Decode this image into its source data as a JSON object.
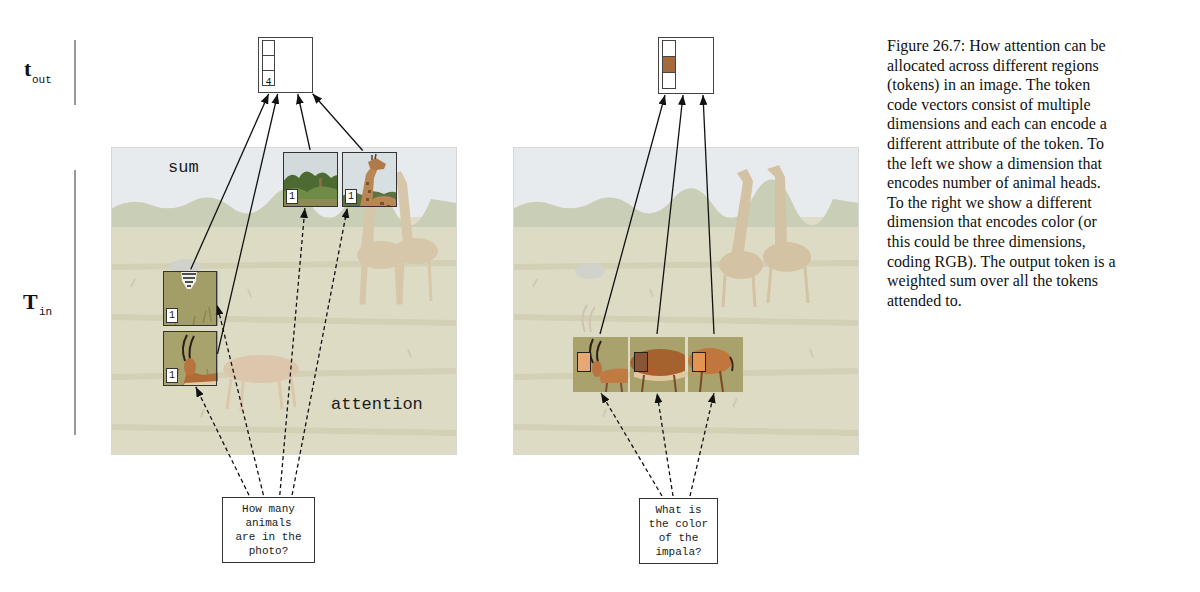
{
  "diagram": {
    "caption": "Figure 26.7: How attention can be allocated across different regions (tokens) in an image. The token code vectors consist of multiple dimensions and each can encode a different attribute of the token. To the left we show a dimension that encodes number of animal heads. To the right we show a different dimension that encodes color (or this could be three dimensions, coding RGB). The output token is a weighted sum over all the tokens attended to.",
    "nodes": [
      {
        "text": [
          "4"
        ]
      },
      {
        "text": [
          "1"
        ]
      },
      {
        "text": [
          "1"
        ]
      },
      {
        "text": [
          "1"
        ]
      },
      {
        "text": [
          "1"
        ]
      },
      {
        "text": [
          "How many animals are in the photo?"
        ]
      },
      {
        "text": [
          "What is the color of the impala?"
        ]
      }
    ],
    "edges": [
      {
        "from": 1,
        "to": 0,
        "arrow": "to"
      },
      {
        "from": 2,
        "to": 0,
        "arrow": "to"
      },
      {
        "from": 3,
        "to": 0,
        "arrow": "to"
      },
      {
        "from": 4,
        "to": 0,
        "arrow": "to"
      },
      {
        "from": 5,
        "to": 1,
        "arrow": "to"
      },
      {
        "from": 5,
        "to": 2,
        "arrow": "to"
      },
      {
        "from": 5,
        "to": 3,
        "arrow": "to"
      },
      {
        "from": 5,
        "to": 4,
        "arrow": "to"
      }
    ],
    "labels": [
      "t",
      "out",
      "T",
      "in",
      "sum",
      "attention"
    ]
  }
}
